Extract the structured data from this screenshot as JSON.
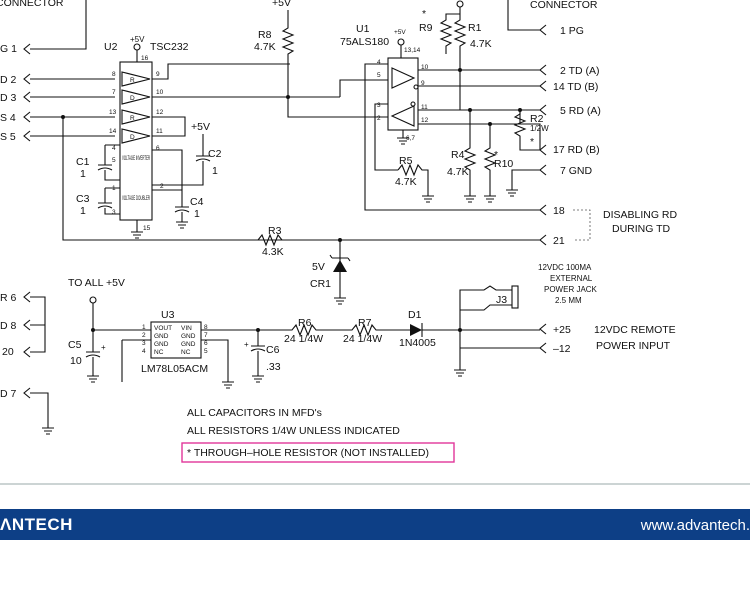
{
  "labels": {
    "plus5v_top": "+5V",
    "connector_left": "CONNECTOR",
    "connector_right": "CONNECTOR",
    "u1_ref": "U1",
    "u1_part": "75ALS180",
    "u2_ref": "U2",
    "u2_part": "TSC232",
    "r8_ref": "R8",
    "r8_val": "4.7K",
    "r9_ref": "R9",
    "r1_ref": "R1",
    "r1_val": "4.7K",
    "r2_ref": "R2",
    "r2_val": "1/2W",
    "r3_ref": "R3",
    "r3_val": "4.3K",
    "r4_ref": "R4",
    "r4_val": "4.7K",
    "r5_ref": "R5",
    "r5_val": "4.7K",
    "r10_ref": "R10",
    "c1_ref": "C1",
    "c1_val": "1",
    "c2_ref": "C2",
    "c2_val": "1",
    "c3_ref": "C3",
    "c3_val": "1",
    "c4_ref": "C4",
    "c4_val": "1",
    "c5_ref": "C5",
    "c5_val": "10",
    "c6_ref": "C6",
    "c6_val": ".33",
    "c2_5v": "+5V",
    "cr1_v": "5V",
    "cr1_ref": "CR1",
    "to_all": "TO ALL +5V",
    "u3_ref": "U3",
    "u3_part": "LM78L05ACM",
    "r6_ref": "R6",
    "r6_val": "24 1/4W",
    "r7_ref": "R7",
    "r7_val": "24 1/4W",
    "d1_ref": "D1",
    "d1_part": "1N4005",
    "j3_ref": "J3",
    "jack_note_1": "12VDC 100MA",
    "jack_note_2": "EXTERNAL",
    "jack_note_3": "POWER JACK",
    "jack_note_4": "2.5 MM",
    "remote_1": "12VDC REMOTE",
    "remote_2": "POWER INPUT",
    "disabling_1": "DISABLING RD",
    "disabling_2": "DURING TD",
    "note_1": "ALL CAPACITORS IN MFD's",
    "note_2": "ALL RESISTORS 1/4W UNLESS INDICATED",
    "note_boxed": "* THROUGH–HOLE RESISTOR (NOT INSTALLED)",
    "voltage_inverter": "VOLTAGE INVERTER",
    "voltage_doubler": "VOLTAGE DOUBLER",
    "chip_r": "R",
    "chip_d": "D",
    "star": "*",
    "pin_5v": "+5V",
    "pin_16": "16",
    "pin_15": "15",
    "pin_1314": "13,14",
    "pin_67": "6,7"
  },
  "left_pins": [
    "G 1",
    "D 2",
    "D 3",
    "S 4",
    "S 5",
    "R 6",
    "D 8",
    "20",
    "D 7"
  ],
  "right_pins": [
    "1 PG",
    "2  TD (A)",
    "14  TD (B)",
    "5  RD (A)",
    "17  RD (B)",
    "7  GND",
    "18",
    "21",
    "+25",
    "–12"
  ],
  "u2_pins": [
    "8",
    "9",
    "7",
    "10",
    "13",
    "12",
    "14",
    "11",
    "4",
    "5",
    "6",
    "1",
    "3",
    "2"
  ],
  "u1_pins": [
    "4",
    "5",
    "10",
    "9",
    "3",
    "2",
    "11",
    "12"
  ],
  "u3_pins": {
    "left": [
      "1",
      "2",
      "3",
      "4"
    ],
    "right": [
      "8",
      "7",
      "6",
      "5"
    ],
    "left_names": [
      "VOUT",
      "GND",
      "GND",
      "NC"
    ],
    "right_names": [
      "VIN",
      "GND",
      "GND",
      "NC"
    ]
  },
  "footer": {
    "logo": "ΛNTECH",
    "url": "www.advantech."
  },
  "colors": {
    "footer_bg": "#0d3f86",
    "note_border": "#e0369a"
  }
}
